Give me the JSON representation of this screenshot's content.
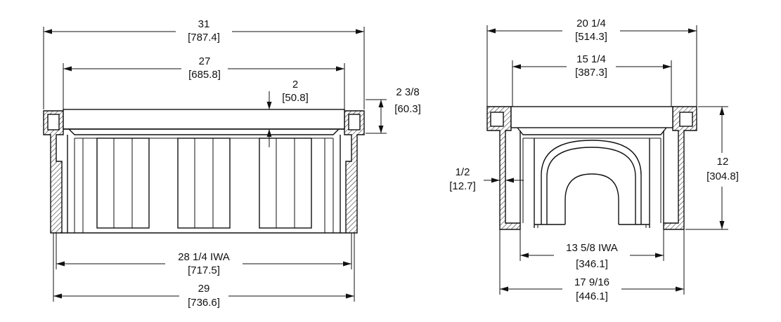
{
  "front_view": {
    "overall_width": {
      "value": "31",
      "metric": "[787.4]"
    },
    "grate_width": {
      "value": "27",
      "metric": "[685.8]"
    },
    "grate_depth": {
      "value": "2",
      "metric": "[50.8]"
    },
    "frame_height": {
      "value": "2 3/8",
      "metric": "[60.3]"
    },
    "inside_width": {
      "value": "28 1/4 IWA",
      "metric": "[717.5]"
    },
    "outside_width": {
      "value": "29",
      "metric": "[736.6]"
    }
  },
  "side_view": {
    "overall_width": {
      "value": "20 1/4",
      "metric": "[514.3]"
    },
    "grate_width": {
      "value": "15 1/4",
      "metric": "[387.3]"
    },
    "wall_thickness": {
      "value": "1/2",
      "metric": "[12.7]"
    },
    "total_height": {
      "value": "12",
      "metric": "[304.8]"
    },
    "inside_width": {
      "value": "13 5/8 IWA",
      "metric": "[346.1]"
    },
    "outside_width": {
      "value": "17 9/16",
      "metric": "[446.1]"
    }
  }
}
